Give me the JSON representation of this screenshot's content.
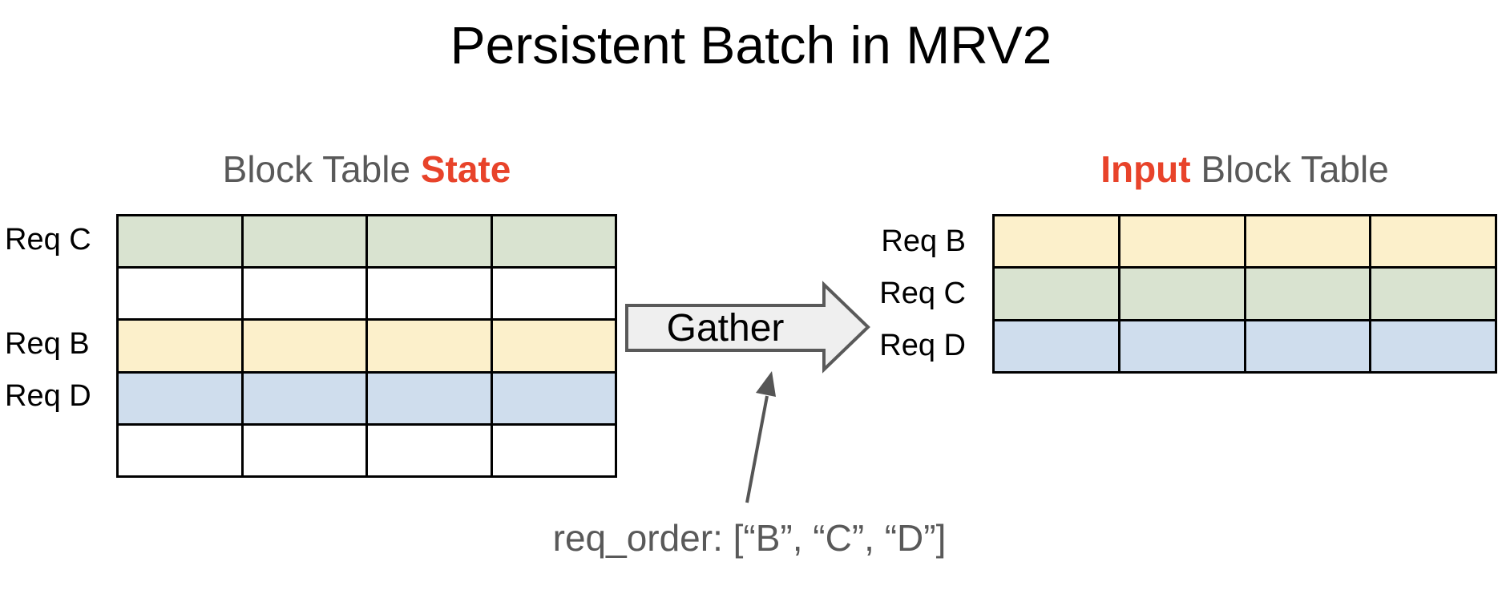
{
  "title": "Persistent Batch in MRV2",
  "left_table": {
    "header_prefix": "Block Table ",
    "header_highlight": "State",
    "columns": 4,
    "rows": [
      {
        "label": "Req C",
        "color_key": "green"
      },
      {
        "label": "",
        "color_key": "white"
      },
      {
        "label": "Req B",
        "color_key": "yellow"
      },
      {
        "label": "Req D",
        "color_key": "blue"
      },
      {
        "label": "",
        "color_key": "white"
      }
    ]
  },
  "right_table": {
    "header_highlight": "Input",
    "header_suffix": " Block Table",
    "columns": 4,
    "rows": [
      {
        "label": "Req B",
        "color_key": "yellow"
      },
      {
        "label": "Req C",
        "color_key": "green"
      },
      {
        "label": "Req D",
        "color_key": "blue"
      }
    ]
  },
  "gather_arrow": {
    "label": "Gather"
  },
  "annotation": {
    "text": "req_order: [“B”, “C”, “D”]"
  },
  "colors": {
    "green": "#d9e3d0",
    "yellow": "#fcf0cb",
    "blue": "#cfdded",
    "white": "#ffffff",
    "highlight_red": "#e8432a",
    "header_gray": "#595959",
    "label_black": "#000000",
    "table_border": "#000000",
    "arrow_fill": "#efefef",
    "arrow_border": "#595959",
    "pointer_gray": "#555555"
  }
}
